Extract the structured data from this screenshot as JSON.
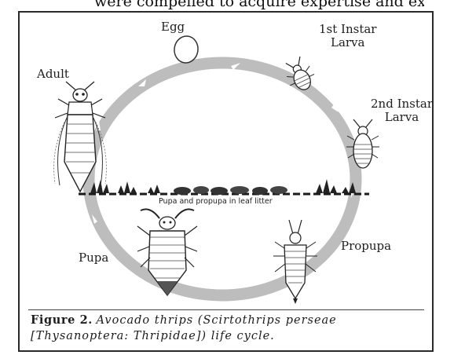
{
  "top_text": "were compelled to acquire expertise and experience.",
  "stages": {
    "egg": "Egg",
    "first_instar_line1": "1st Instar",
    "first_instar_line2": "Larva",
    "second_instar_line1": "2nd Instar",
    "second_instar_line2": "Larva",
    "propupa": "Propupa",
    "pupa": "Pupa",
    "adult": "Adult"
  },
  "ground_label": "Pupa and propupa in leaf litter",
  "caption": {
    "figure_label": "Figure 2.",
    "text": "Avocado thrips (Scirtothrips perseae [Thysanoptera: Thripidae]) life cycle."
  },
  "colors": {
    "cycle_ring": "#bdbdbd",
    "ink": "#1a1a1a",
    "frame": "#2a2a2a"
  }
}
